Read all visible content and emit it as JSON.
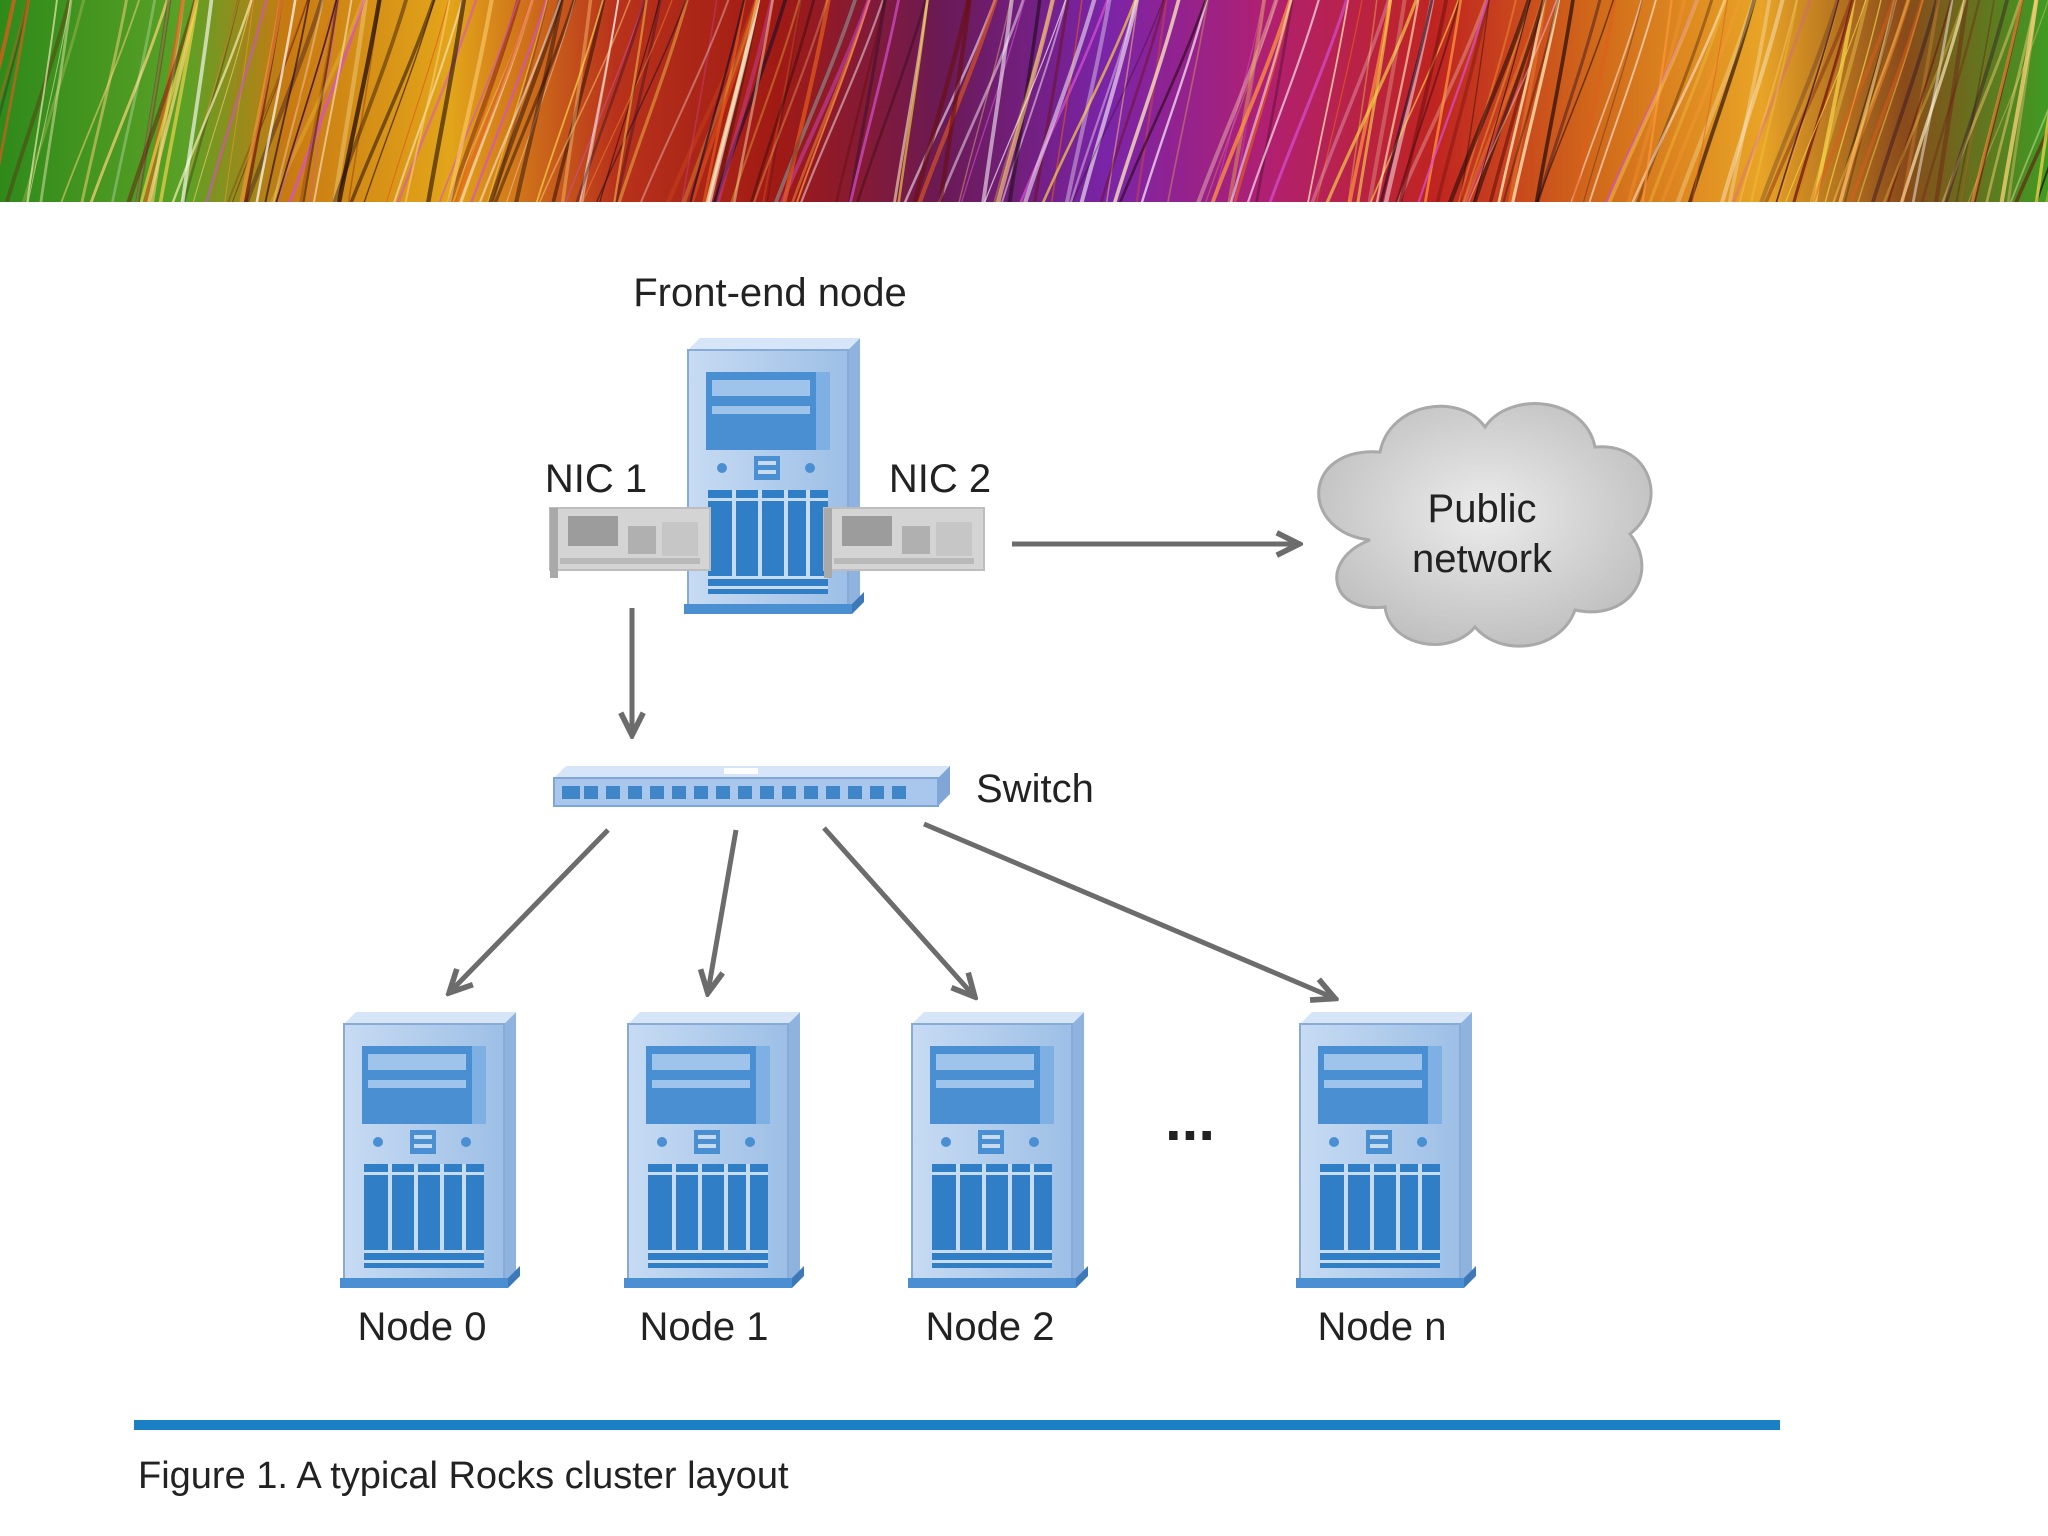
{
  "banner": {
    "icon": "colorful-wires-photo"
  },
  "diagram": {
    "frontend_label": "Front-end node",
    "nic1_label": "NIC 1",
    "nic2_label": "NIC 2",
    "cloud_line1": "Public",
    "cloud_line2": "network",
    "switch_label": "Switch",
    "ellipsis": "...",
    "nodes": [
      {
        "label": "Node 0"
      },
      {
        "label": "Node 1"
      },
      {
        "label": "Node 2"
      },
      {
        "label": "Node n"
      }
    ]
  },
  "caption": {
    "text": "Figure 1. A typical Rocks cluster layout"
  },
  "colors": {
    "server_blue": "#b6cfee",
    "server_dark": "#3f86c8",
    "arrow": "#6c6c6c",
    "cloud": "#d8d8d8",
    "rule": "#1a7fc4"
  }
}
